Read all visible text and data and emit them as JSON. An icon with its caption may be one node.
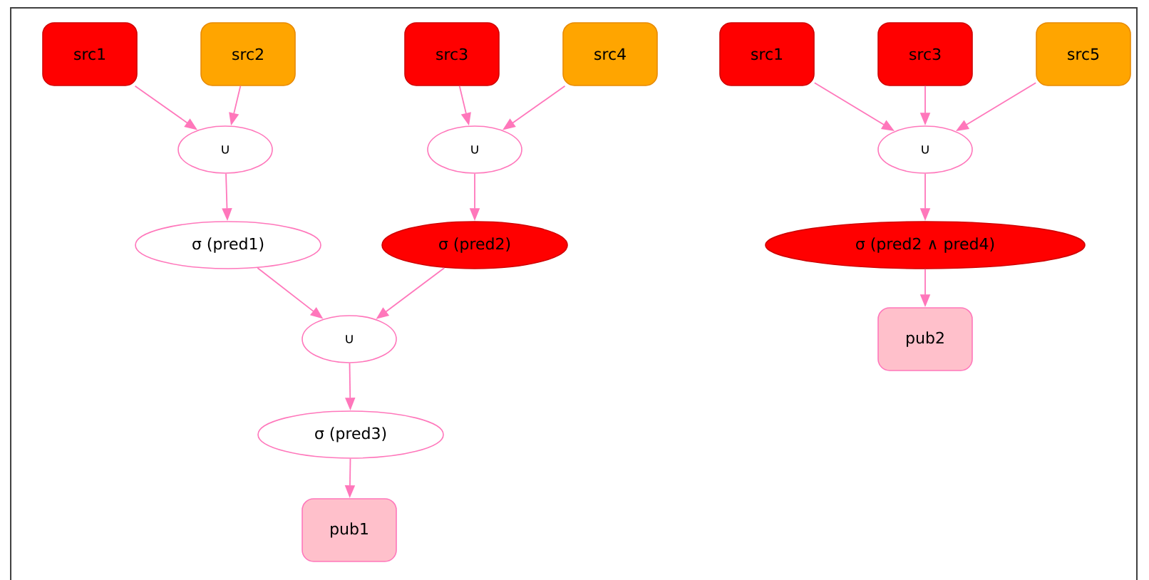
{
  "diagram": {
    "nodes": [
      {
        "text": [
          "src1"
        ]
      },
      {
        "text": [
          "src2"
        ]
      },
      {
        "text": [
          "src3"
        ]
      },
      {
        "text": [
          "src4"
        ]
      },
      {
        "text": [
          "∪"
        ]
      },
      {
        "text": [
          "∪"
        ]
      },
      {
        "text": [
          "σ (pred1)"
        ]
      },
      {
        "text": [
          "σ (pred2)"
        ]
      },
      {
        "text": [
          "∪"
        ]
      },
      {
        "text": [
          "σ (pred3)"
        ]
      },
      {
        "text": [
          "pub1"
        ]
      },
      {
        "text": [
          "src1"
        ]
      },
      {
        "text": [
          "src3"
        ]
      },
      {
        "text": [
          "src5"
        ]
      },
      {
        "text": [
          "∪"
        ]
      },
      {
        "text": [
          "σ (pred2 ∧ pred4)"
        ]
      },
      {
        "text": [
          "pub2"
        ]
      }
    ],
    "edges": [
      {
        "from": 0,
        "to": 4,
        "arrow": "to"
      },
      {
        "from": 1,
        "to": 4,
        "arrow": "to"
      },
      {
        "from": 2,
        "to": 5,
        "arrow": "to"
      },
      {
        "from": 3,
        "to": 5,
        "arrow": "to"
      },
      {
        "from": 4,
        "to": 6,
        "arrow": "to"
      },
      {
        "from": 5,
        "to": 7,
        "arrow": "to"
      },
      {
        "from": 6,
        "to": 8,
        "arrow": "to"
      },
      {
        "from": 7,
        "to": 8,
        "arrow": "to"
      },
      {
        "from": 8,
        "to": 9,
        "arrow": "to"
      },
      {
        "from": 9,
        "to": 10,
        "arrow": "to"
      },
      {
        "from": 11,
        "to": 14,
        "arrow": "to"
      },
      {
        "from": 12,
        "to": 14,
        "arrow": "to"
      },
      {
        "from": 13,
        "to": 14,
        "arrow": "to"
      },
      {
        "from": 14,
        "to": 15,
        "arrow": "to"
      },
      {
        "from": 15,
        "to": 16,
        "arrow": "to"
      }
    ]
  }
}
